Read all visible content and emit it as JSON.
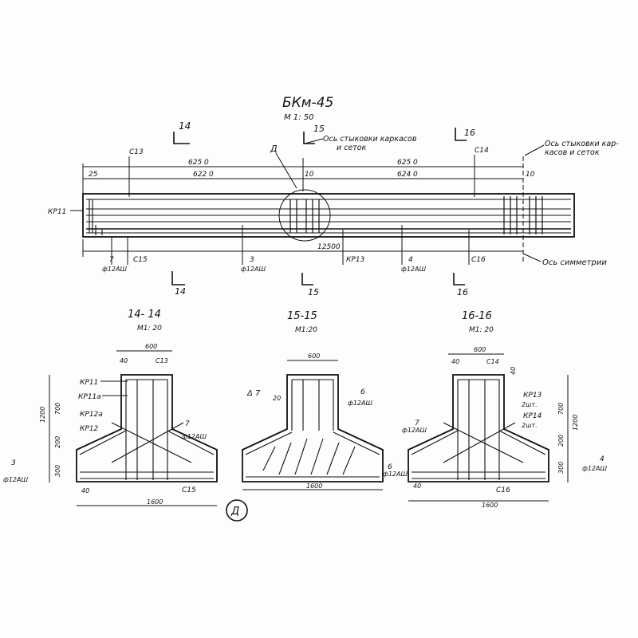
{
  "title": {
    "name": "БКм-45",
    "scale": "М 1: 50"
  },
  "elevation": {
    "sections": [
      {
        "top": "14",
        "bottom": "14"
      },
      {
        "top": "15",
        "bottom": "15"
      },
      {
        "top": "16",
        "bottom": "16"
      }
    ],
    "splice_axis_center": [
      "Ось стыковки каркасов",
      "и сеток"
    ],
    "splice_axis_right": [
      "Ось стыковки кар-",
      "касов и сеток"
    ],
    "detail_callout": "Д",
    "frames": {
      "c13": "C13",
      "c14": "C14"
    },
    "dims": {
      "top_left": "625 0",
      "top_right": "625 0",
      "end_offset": "25",
      "inner_left": "622 0",
      "gap_center": "10",
      "inner_right": "624 0",
      "gap_right": "10",
      "total": "12500"
    },
    "left_label": "КР11",
    "callouts": [
      {
        "pos": "7",
        "spec": "ф12АШ"
      },
      {
        "pos": "C15"
      },
      {
        "pos": "3",
        "spec": "ф12АШ"
      },
      {
        "pos": "КР13"
      },
      {
        "pos": "4",
        "spec": "ф12АШ"
      },
      {
        "pos": "C16"
      }
    ],
    "symmetry_label": "Ось симметрии"
  },
  "sections": [
    {
      "title": "14- 14",
      "scale": "М1: 20",
      "dim_top": "600",
      "dim_cover": "40",
      "frame_top": "C13",
      "dim_height": "1200",
      "dim_web": "700",
      "dim_slope": "200",
      "dim_base": "300",
      "labels": [
        "КР11",
        "КР11а",
        "КР12а",
        "КР12"
      ],
      "pos7": "7",
      "pos7_spec": "ф12АШ",
      "pos3": "3",
      "pos3_spec": "ф12АШ",
      "frame_bottom": "C15",
      "dim_width": "1600"
    },
    {
      "title": "15-15",
      "scale": "М1:20",
      "dim_top": "600",
      "detail_mark": "Δ 7",
      "dim_small": "20",
      "pos6": "6",
      "pos6_spec": "ф12АШ",
      "dim_width": "1600"
    },
    {
      "title": "16-16",
      "scale": "М1: 20",
      "dim_top": "600",
      "dim_cover": "40",
      "frame_top": "C14",
      "labels": [
        "КР13",
        "2шт.",
        "КР14",
        "2шт."
      ],
      "dim_height": "1200",
      "dim_web": "700",
      "dim_slope": "200",
      "dim_base": "300",
      "pos7": "7",
      "pos7_spec": "ф12АШ",
      "pos4": "4",
      "pos4_spec": "ф12АШ",
      "frame_bottom": "C16",
      "dim_width": "1600"
    }
  ]
}
